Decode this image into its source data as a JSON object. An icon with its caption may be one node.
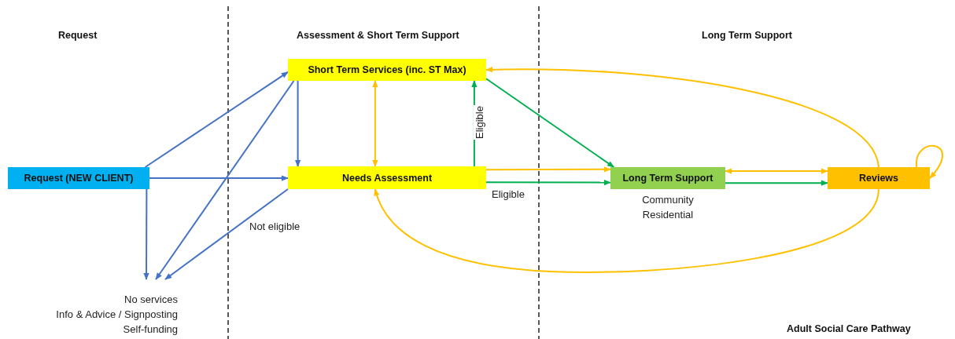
{
  "diagram": {
    "caption": "Adult Social Care Pathway",
    "nodes": [
      {
        "text": [
          "Request (NEW CLIENT)"
        ]
      },
      {
        "text": [
          "Short Term Services (inc. ST Max)"
        ]
      },
      {
        "text": [
          "Needs Assessment"
        ]
      },
      {
        "text": [
          "Long Term Support"
        ],
        "beside": [
          "Community",
          "Residential"
        ]
      },
      {
        "text": [
          "Reviews"
        ]
      },
      {
        "text": [
          "No services",
          "Info & Advice / Signposting",
          "Self-funding"
        ]
      }
    ],
    "edges": [
      {
        "from": 0,
        "to": 1,
        "arrow": "to"
      },
      {
        "from": 0,
        "to": 2,
        "arrow": "to"
      },
      {
        "from": 0,
        "to": 5,
        "arrow": "to"
      },
      {
        "from": 1,
        "to": 2,
        "arrow": "to"
      },
      {
        "from": 1,
        "to": 5,
        "arrow": "to"
      },
      {
        "from": 2,
        "to": 5,
        "arrow": "to",
        "label": "Not eligible"
      },
      {
        "from": 1,
        "to": 2,
        "arrow": "both",
        "color": "#ffc000"
      },
      {
        "from": 2,
        "to": 1,
        "arrow": "to",
        "label": "Eligible",
        "color": "#00b050"
      },
      {
        "from": 1,
        "to": 3,
        "arrow": "to",
        "color": "#00b050"
      },
      {
        "from": 2,
        "to": 3,
        "arrow": "to",
        "color": "#ffc000"
      },
      {
        "from": 2,
        "to": 3,
        "arrow": "to",
        "label": "Eligible",
        "color": "#00b050"
      },
      {
        "from": 3,
        "to": 4,
        "arrow": "both",
        "color": "#ffc000"
      },
      {
        "from": 3,
        "to": 4,
        "arrow": "to",
        "color": "#00b050"
      },
      {
        "from": 4,
        "to": 1,
        "arrow": "to",
        "color": "#ffc000"
      },
      {
        "from": 4,
        "to": 2,
        "arrow": "to",
        "color": "#ffc000"
      },
      {
        "from": 4,
        "to": 4,
        "arrow": "to",
        "color": "#ffc000"
      }
    ],
    "labels": [
      "Request",
      "Assessment & Short Term Support",
      "Long Term Support"
    ]
  }
}
